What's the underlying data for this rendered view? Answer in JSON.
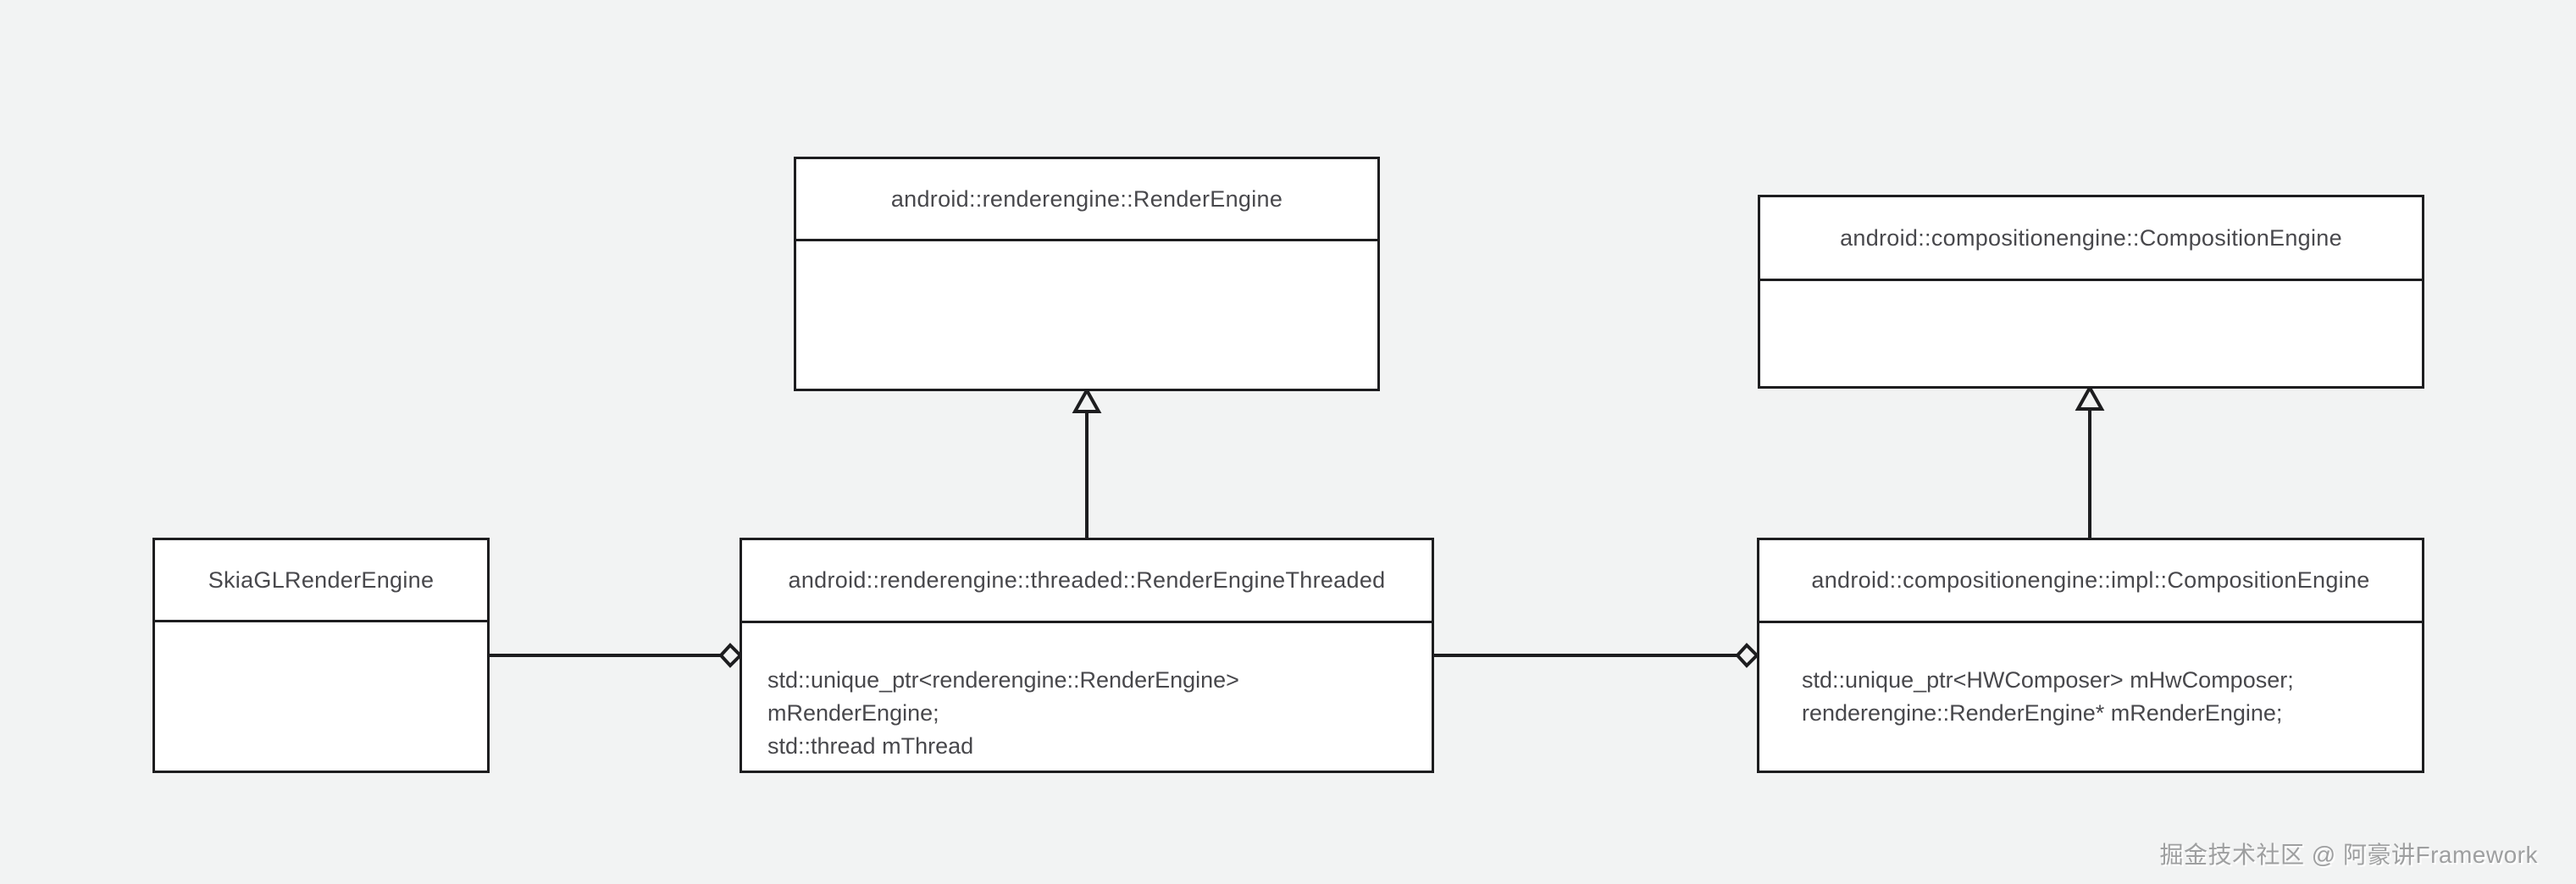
{
  "diagram": {
    "type": "uml-class-diagram",
    "classes": {
      "render_engine": {
        "title": "android::renderengine::RenderEngine",
        "members": []
      },
      "composition_engine": {
        "title": "android::compositionengine::CompositionEngine",
        "members": []
      },
      "skia_gl_render_engine": {
        "title": "SkiaGLRenderEngine",
        "members": []
      },
      "render_engine_threaded": {
        "title": "android::renderengine::threaded::RenderEngineThreaded",
        "members": [
          "std::unique_ptr<renderengine::RenderEngine> mRenderEngine;",
          "std::thread mThread"
        ]
      },
      "impl_composition_engine": {
        "title": "android::compositionengine::impl::CompositionEngine",
        "members": [
          "std::unique_ptr<HWComposer> mHwComposer;",
          "renderengine::RenderEngine* mRenderEngine;"
        ]
      }
    },
    "relationships": [
      {
        "type": "inheritance",
        "from": "render_engine_threaded",
        "to": "render_engine"
      },
      {
        "type": "inheritance",
        "from": "impl_composition_engine",
        "to": "composition_engine"
      },
      {
        "type": "aggregation",
        "from": "skia_gl_render_engine",
        "into": "render_engine_threaded"
      },
      {
        "type": "aggregation",
        "from": "render_engine_threaded",
        "into": "impl_composition_engine"
      }
    ],
    "watermark": "掘金技术社区 @ 阿豪讲Framework",
    "colors": {
      "background": "#f2f3f3",
      "box_fill": "#ffffff",
      "line": "#1d1d1f",
      "text": "#48484c",
      "watermark": "#9e9fa0"
    }
  }
}
